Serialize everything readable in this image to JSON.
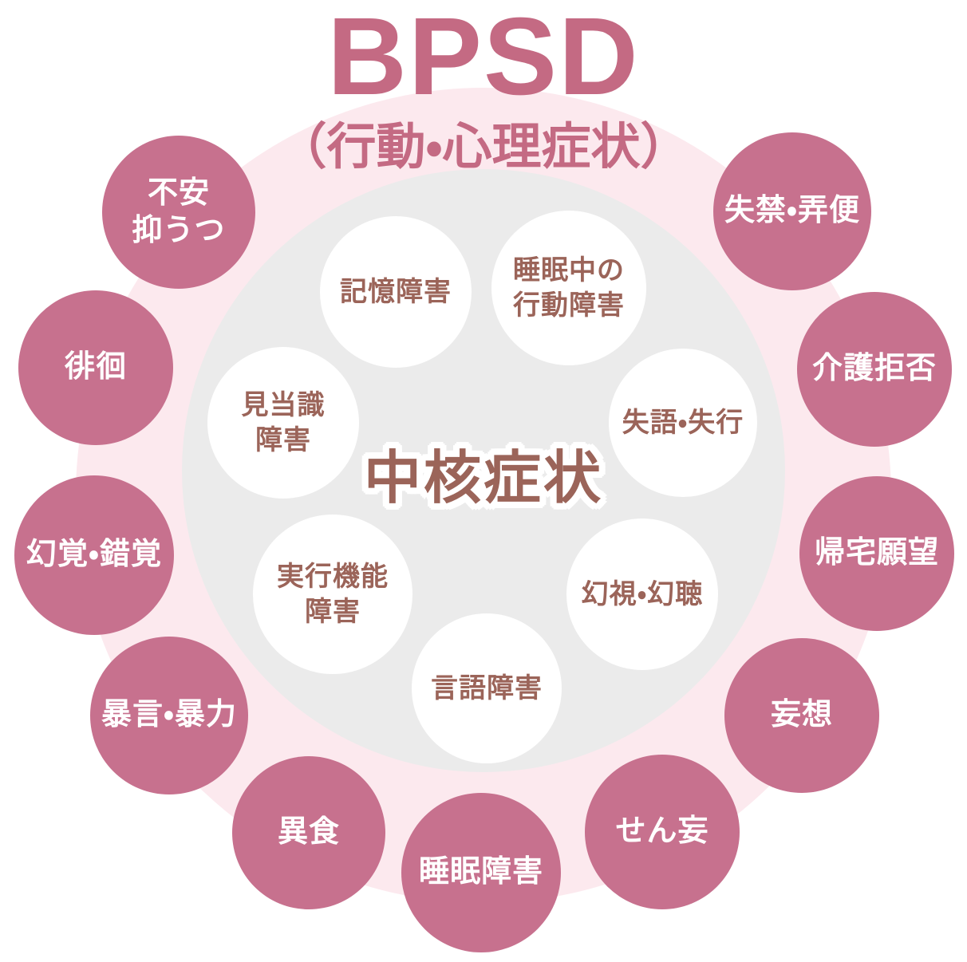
{
  "diagram": {
    "title": "BPSD",
    "subtitle": "（行動・心理症状）",
    "center_label": "中核症状"
  },
  "core_symptoms": [
    {
      "label": "記憶障害"
    },
    {
      "label": "睡眠中の\n行動障害"
    },
    {
      "label": "見当識\n障害"
    },
    {
      "label": "失語・失行"
    },
    {
      "label": "実行機能\n障害"
    },
    {
      "label": "幻視・幻聴"
    },
    {
      "label": "言語障害"
    }
  ],
  "bpsd_symptoms": [
    {
      "label": "不安\n抑うつ"
    },
    {
      "label": "失禁・弄便"
    },
    {
      "label": "徘徊"
    },
    {
      "label": "介護拒否"
    },
    {
      "label": "幻覚・錯覚"
    },
    {
      "label": "帰宅願望"
    },
    {
      "label": "暴言・暴力"
    },
    {
      "label": "妄想"
    },
    {
      "label": "異食"
    },
    {
      "label": "せん妄"
    },
    {
      "label": "睡眠障害"
    }
  ],
  "colors": {
    "symptom_circle": "#c7718e",
    "title_text": "#c46a83",
    "outer_ring_bg": "#fce9ee",
    "core_area_bg": "#ebebeb",
    "core_text": "#9b6459",
    "core_circle_bg": "#ffffff",
    "symptom_text": "#ffffff"
  }
}
